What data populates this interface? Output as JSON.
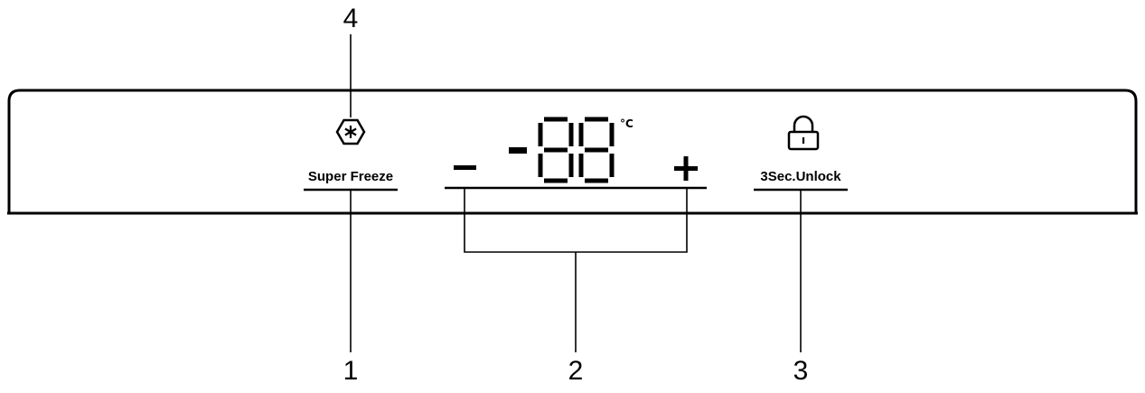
{
  "callouts": {
    "one": "1",
    "two": "2",
    "three": "3",
    "four": "4"
  },
  "panel": {
    "super_freeze_label": "Super Freeze",
    "unlock_label": "3Sec.Unlock",
    "display_value": "-88",
    "display_unit": "°C",
    "minus_symbol": "–",
    "plus_symbol": "+"
  },
  "icons": {
    "super_freeze": "snowflake-hexagon-icon",
    "unlock": "padlock-icon"
  }
}
